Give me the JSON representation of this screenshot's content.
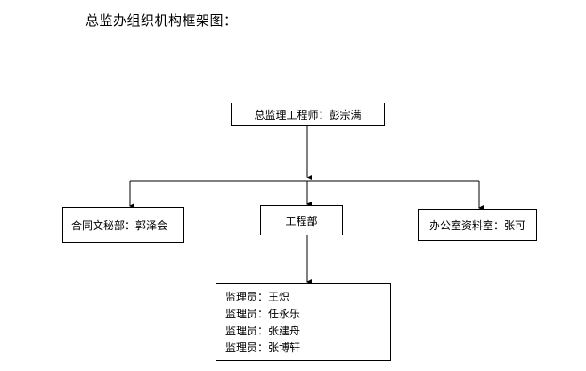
{
  "page_title": "总监办组织机构框架图：",
  "org_chart": {
    "chief": {
      "label": "总监理工程师：彭宗满"
    },
    "departments": [
      {
        "label": "合同文秘部：郭泽会"
      },
      {
        "label": "工程部"
      },
      {
        "label": "办公室资料室：张可"
      }
    ],
    "engineering_staff": [
      "监理员：王炽",
      "监理员：任永乐",
      "监理员：张建舟",
      "监理员：张博轩"
    ]
  },
  "colors": {
    "line": "#000000",
    "box_border": "#000000",
    "background": "#ffffff",
    "text": "#000000"
  }
}
